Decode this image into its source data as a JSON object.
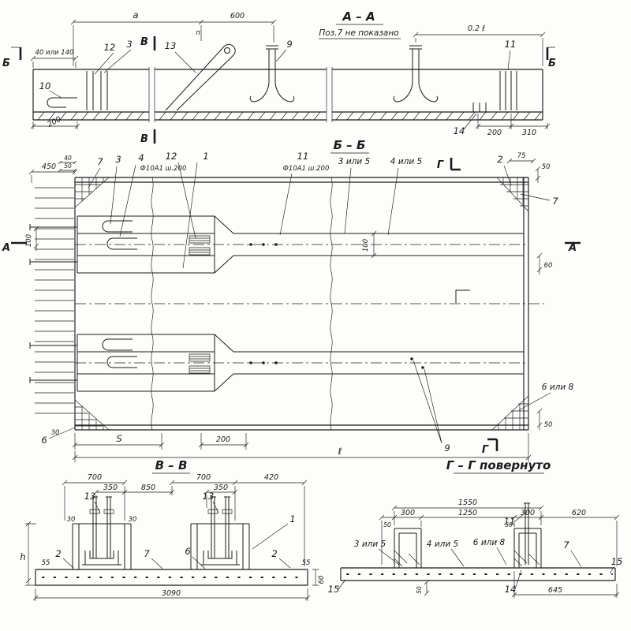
{
  "sections": {
    "aa": {
      "title": "А – А",
      "note": "Поз.7 не показано"
    },
    "bb": {
      "title": "Б – Б"
    },
    "vv": {
      "title": "В – В"
    },
    "gg": {
      "title": "Г – Г  повернуто"
    }
  },
  "markers": {
    "a": "А",
    "b": "Б",
    "v": "В",
    "g": "Г"
  },
  "aa": {
    "dims": {
      "a": "а",
      "n": "п",
      "d600": "600",
      "d02l": "0.2 ℓ",
      "d40or140": "40 или 140",
      "d200v": "200",
      "d200": "200",
      "d310": "310"
    },
    "parts": {
      "p3": "3",
      "p9": "9",
      "p10": "10",
      "p11": "11",
      "p12": "12",
      "p13": "13",
      "p14": "14"
    }
  },
  "bb": {
    "dims": {
      "d450": "450",
      "d40": "40",
      "d50": "50",
      "d75": "75",
      "d50tr": "50",
      "d100band": "100",
      "d100left": "100",
      "d60": "60",
      "d30": "30",
      "d50br": "50",
      "dS": "S",
      "d200": "200",
      "dL": "ℓ"
    },
    "parts": {
      "p1": "1",
      "p2": "2",
      "p3": "3",
      "p4": "4",
      "p6": "6",
      "p7": "7",
      "p9": "9",
      "p11": "11",
      "p12": "12",
      "p3or5": "3 или 5",
      "p4or5": "4 или 5",
      "p6or8": "6 или 8",
      "mesh": "Ф10А1 ш.200"
    }
  },
  "vv": {
    "dims": {
      "d700": "700",
      "d850": "850",
      "d350": "350",
      "d420": "420",
      "d30": "30",
      "d55": "55",
      "dh": "h",
      "d3090": "3090",
      "d60": "60"
    },
    "parts": {
      "p1": "1",
      "p2": "2",
      "p6": "6",
      "p7": "7",
      "p13": "13"
    }
  },
  "gg": {
    "dims": {
      "d1550": "1550",
      "d1250": "1250",
      "d300": "300",
      "d50": "50",
      "d620": "620",
      "d645": "645"
    },
    "parts": {
      "p3or5": "3 или 5",
      "p4or5": "4 или 5",
      "p6or8": "6 или 8",
      "p7": "7",
      "p11": "11",
      "p14": "14",
      "p15": "15"
    }
  }
}
